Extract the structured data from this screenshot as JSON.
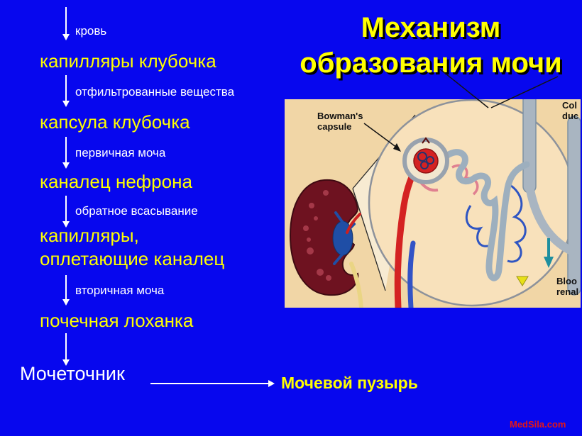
{
  "slide": {
    "title": {
      "line1": "Механизм",
      "line2": "образования мочи"
    },
    "watermark": "MedSila.com"
  },
  "flow": {
    "blood": "кровь",
    "stage_capillaries": "капилляры клубочка",
    "filtered": "отфильтрованные вещества",
    "stage_capsule": "капсула клубочка",
    "primary_urine": "первичная моча",
    "stage_tubule": "каналец нефрона",
    "reabsorption": "обратное всасывание",
    "stage_peritubular_line1": "капилляры,",
    "stage_peritubular_line2": "оплетающие каналец",
    "secondary_urine": "вторичная моча",
    "stage_pelvis": "почечная лоханка",
    "ureter": "Мочеточник",
    "bladder": "Мочевой пузырь"
  },
  "figure": {
    "bowmans": {
      "line1": "Bowman's",
      "line2": "capsule"
    },
    "collecting_duct": {
      "line1": "Col",
      "line2": "duc"
    },
    "blood_vessel": {
      "line1": "Bloo",
      "line2": "renal"
    }
  },
  "colors": {
    "slide_background": "#0707ee",
    "stage_text": "#ffff00",
    "step_text": "#ffffff",
    "title_text": "#ffff00",
    "title_shadow": "#000000",
    "figure_background": "#f1d6a6",
    "watermark_text": "#e51717"
  }
}
